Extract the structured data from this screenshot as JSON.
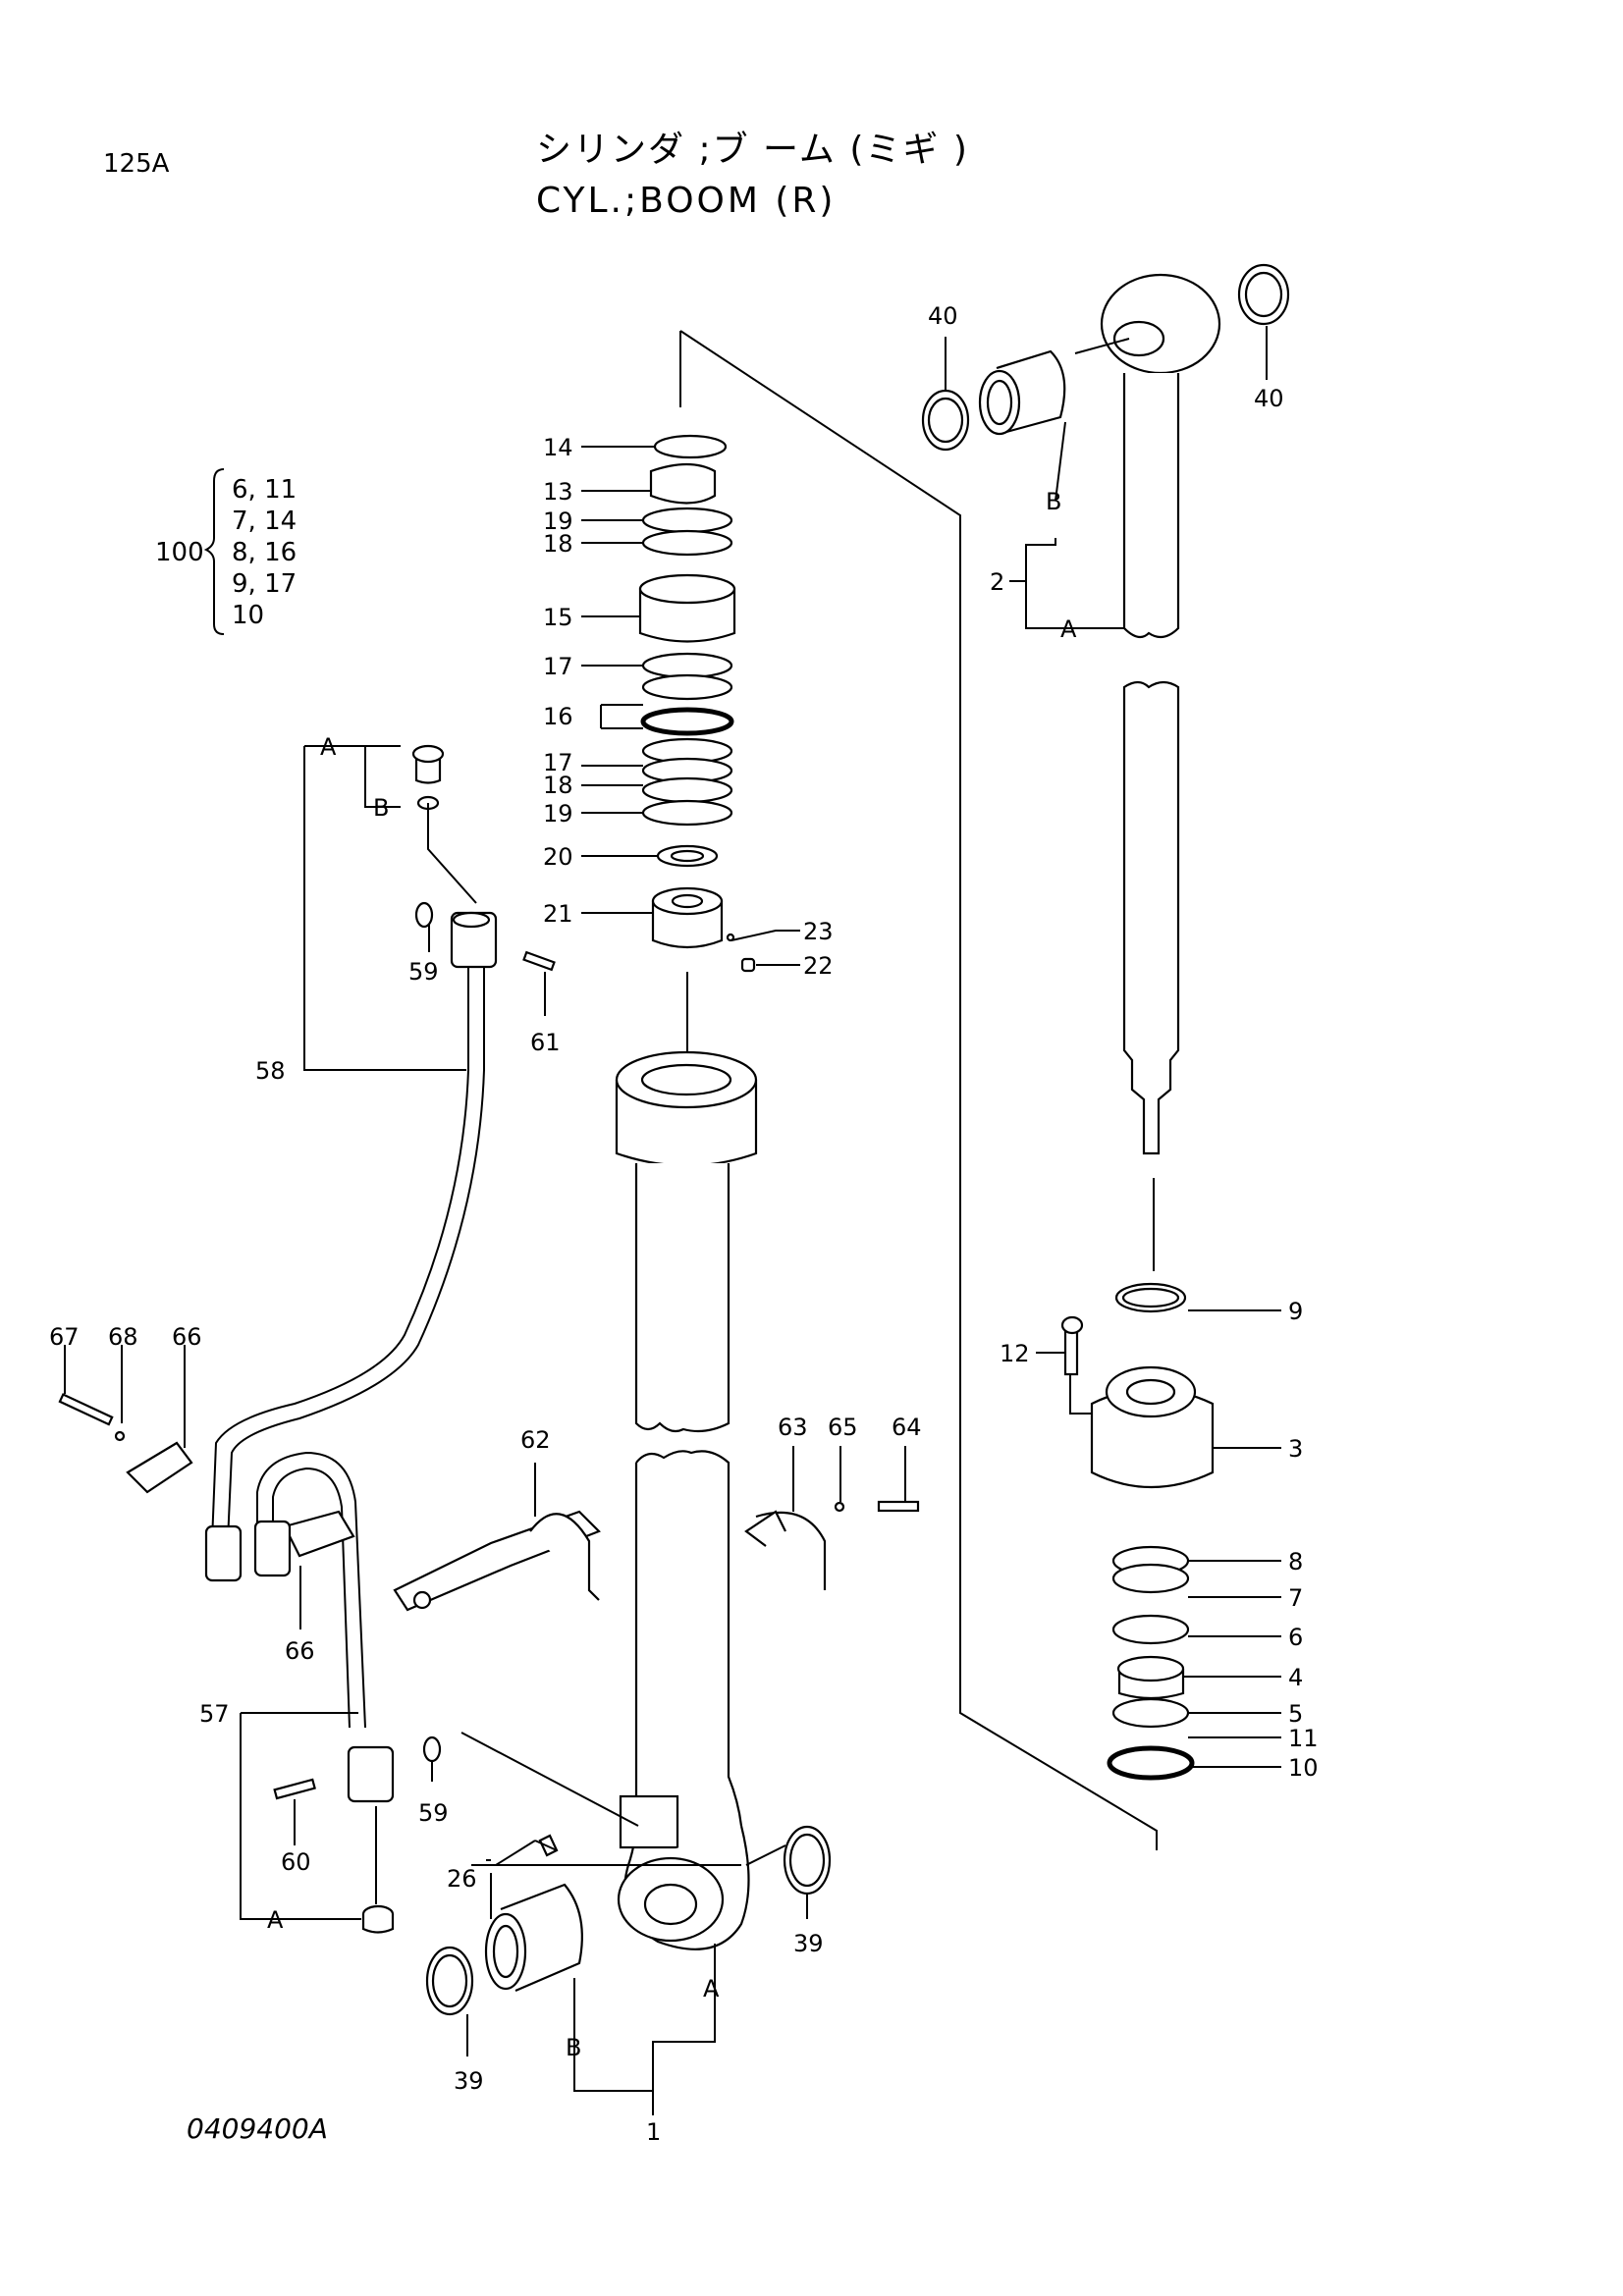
{
  "page_code": "125A",
  "title_jp": "シリンダ ;ブ ーム (ミギ )",
  "title_en": "CYL.;BOOM (R)",
  "drawing_number": "0409400A",
  "kit": {
    "label": "100",
    "items": [
      "6, 11",
      "7, 14",
      "8, 16",
      "9, 17",
      "10"
    ]
  },
  "callouts": {
    "c1": "1",
    "c2": "2",
    "c3": "3",
    "c4": "4",
    "c5": "5",
    "c6": "6",
    "c7": "7",
    "c8": "8",
    "c9": "9",
    "c10": "10",
    "c11": "11",
    "c12": "12",
    "c13": "13",
    "c14": "14",
    "c15": "15",
    "c16": "16",
    "c17a": "17",
    "c17b": "17",
    "c18a": "18",
    "c18b": "18",
    "c19a": "19",
    "c19b": "19",
    "c20": "20",
    "c21": "21",
    "c22": "22",
    "c23": "23",
    "c26": "26",
    "c39a": "39",
    "c39b": "39",
    "c40a": "40",
    "c40b": "40",
    "c57": "57",
    "c58": "58",
    "c59a": "59",
    "c59b": "59",
    "c60": "60",
    "c61": "61",
    "c62": "62",
    "c63": "63",
    "c64": "64",
    "c65": "65",
    "c66a": "66",
    "c66b": "66",
    "c67": "67",
    "c68": "68",
    "A1": "A",
    "A2": "A",
    "A3": "A",
    "A4": "A",
    "B1": "B",
    "B2": "B",
    "B3": "B"
  }
}
